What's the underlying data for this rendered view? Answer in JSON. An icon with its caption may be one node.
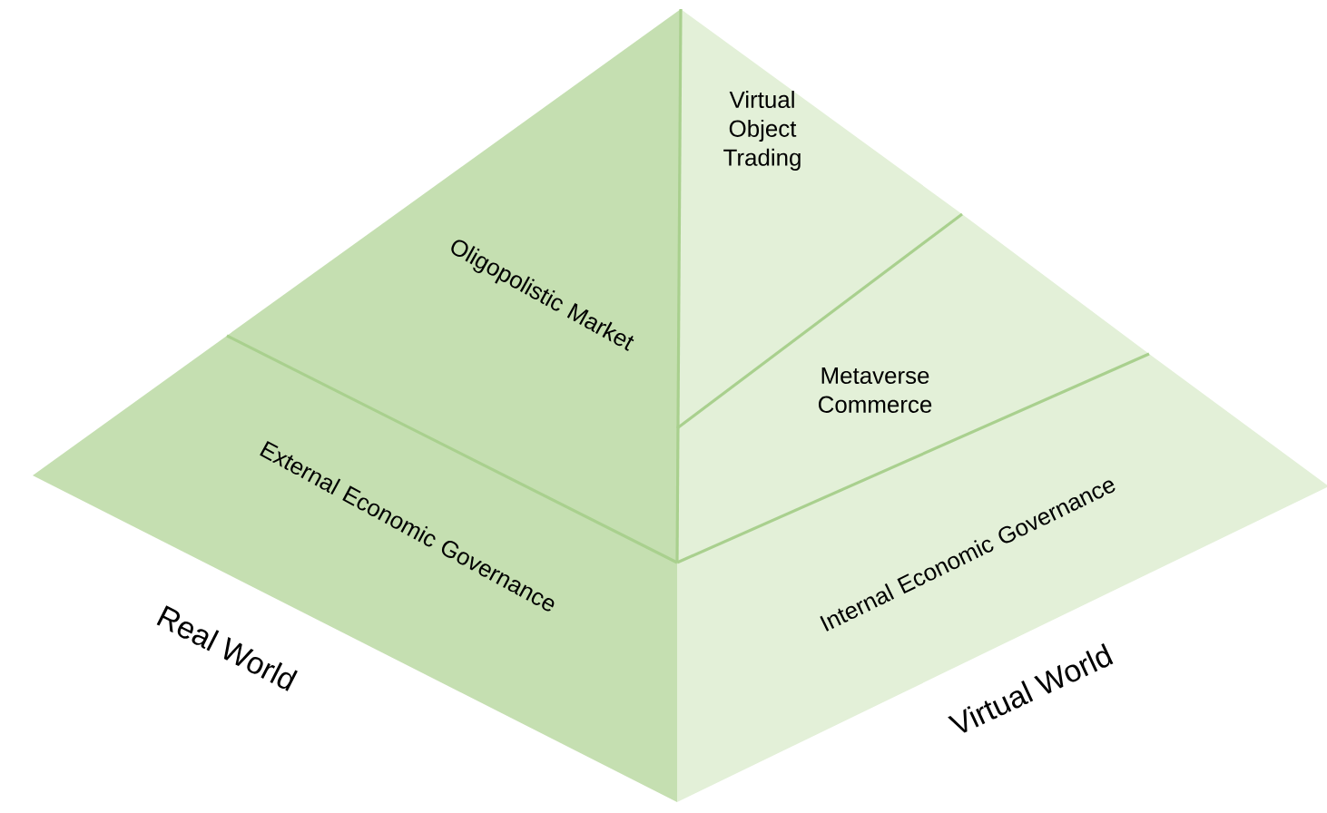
{
  "diagram": {
    "nodes": [
      {
        "text": [
          "Oligopolistic Market"
        ]
      },
      {
        "text": [
          "Virtual Object Trading"
        ]
      },
      {
        "text": [
          "Metaverse Commerce"
        ]
      },
      {
        "text": [
          "External Economic Governance"
        ]
      },
      {
        "text": [
          "Internal Economic Governance"
        ]
      }
    ],
    "labels": [
      "Real World",
      "Virtual World"
    ]
  }
}
